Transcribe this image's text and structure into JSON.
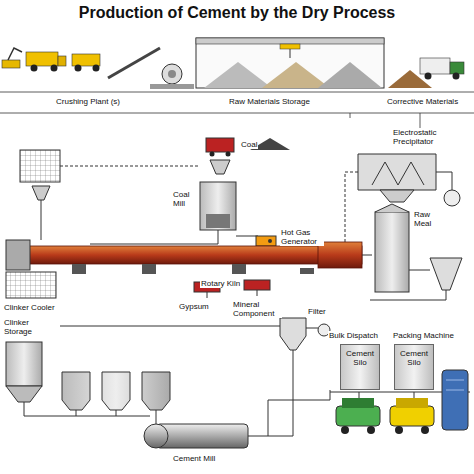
{
  "diagram": {
    "title": "Production of Cement by the Dry Process",
    "nodes": [
      {
        "text": [
          "Cement Silo"
        ]
      },
      {
        "text": [
          "Cement Silo"
        ]
      }
    ],
    "labels": [
      "Crushing Plant (s)",
      "Raw Materials Storage",
      "Corrective Materials",
      "Coal",
      "Coal Mill",
      "Hot Gas Generator",
      "Electrostatic Precipitator",
      "Raw Meal",
      "Rotary Kiln",
      "Clinker Cooler",
      "Gypsum",
      "Mineral Component",
      "Filter",
      "Clinker Storage",
      "Bulk Dispatch",
      "Packing Machine",
      "Cement Mill"
    ]
  }
}
